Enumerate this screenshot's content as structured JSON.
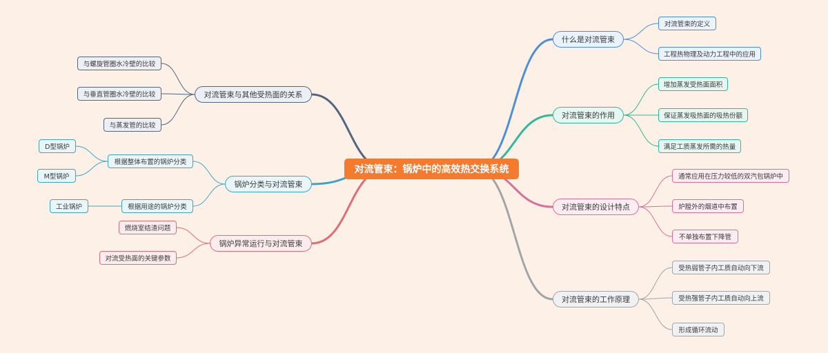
{
  "colors": {
    "background": "#fdf0e7",
    "root": "#f47a2e",
    "blue": "#4a90d9",
    "teal": "#2fb89a",
    "pink": "#d9709a",
    "gray": "#a0a5a8",
    "slate": "#52677f",
    "cyan": "#3fa4c4",
    "red": "#e06c75"
  },
  "root": {
    "label": "对流管束：锅炉中的高效热交换系统"
  },
  "right": [
    {
      "label": "什么是对流管束",
      "color": "blue",
      "children": [
        "对流管束的定义",
        "工程热物理及动力工程中的应用"
      ]
    },
    {
      "label": "对流管束的作用",
      "color": "teal",
      "children": [
        "增加蒸发受热面面积",
        "保证蒸发吸热面的吸热份额",
        "满足工质蒸发所需的热量"
      ]
    },
    {
      "label": "对流管束的设计特点",
      "color": "pink",
      "children": [
        "通常应用在压力较低的双汽包锅炉中",
        "炉膛外的烟道中布置",
        "不单独布置下降管"
      ]
    },
    {
      "label": "对流管束的工作原理",
      "color": "gray",
      "children": [
        "受热弱管子内工质自动向下流",
        "受热强管子内工质自动向上流",
        "形成循环流动"
      ]
    }
  ],
  "left": [
    {
      "label": "对流管束与其他受热面的关系",
      "color": "slate",
      "children": [
        "与螺旋管圈水冷壁的比较",
        "与垂直管圈水冷壁的比较",
        "与蒸发管的比较"
      ]
    },
    {
      "label": "锅炉分类与对流管束",
      "color": "cyan",
      "children": [
        {
          "label": "根据整体布置的锅炉分类",
          "children": [
            "D型锅炉",
            "M型锅炉"
          ]
        },
        {
          "label": "根据用途的锅炉分类",
          "children": [
            "工业锅炉"
          ]
        }
      ]
    },
    {
      "label": "锅炉异常运行与对流管束",
      "color": "red",
      "children": [
        "燃烧室结渣问题",
        "对流受热面的关键参数"
      ]
    }
  ]
}
